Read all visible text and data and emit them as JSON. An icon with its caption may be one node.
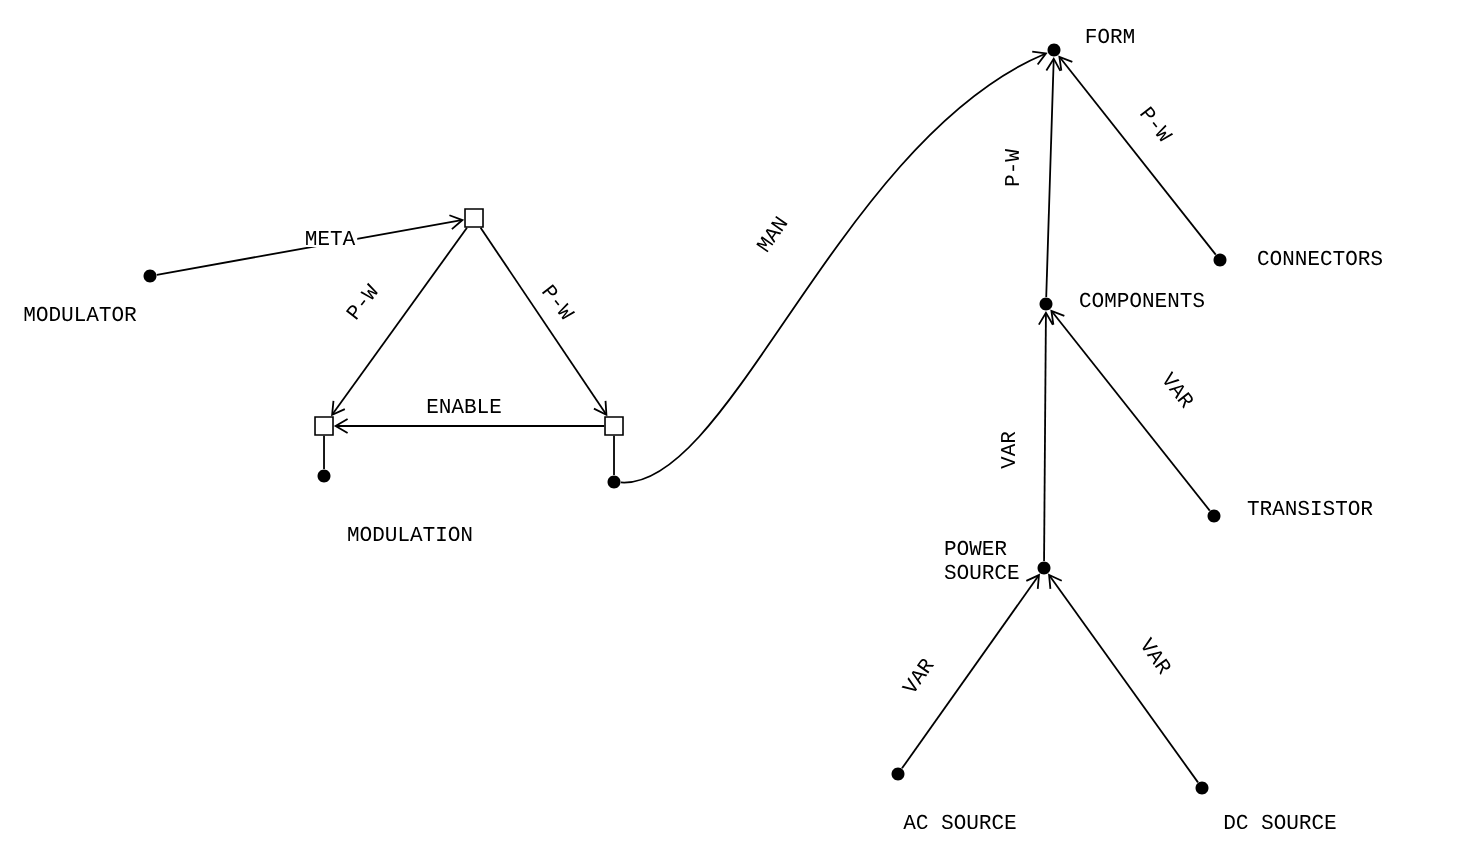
{
  "diagram": {
    "nodes": [
      {
        "text": [
          "MODULATOR"
        ]
      },
      {
        "text": [],
        "shape": "box"
      },
      {
        "text": [],
        "shape": "box"
      },
      {
        "text": [
          "MODULATION"
        ]
      },
      {
        "text": [],
        "shape": "box"
      },
      {
        "text": [],
        "shape": "circle"
      },
      {
        "text": [
          "FORM"
        ]
      },
      {
        "text": [
          "CONNECTORS"
        ]
      },
      {
        "text": [
          "COMPONENTS"
        ]
      },
      {
        "text": [
          "TRANSISTOR"
        ]
      },
      {
        "text": [
          "POWER SOURCE"
        ]
      },
      {
        "text": [
          "AC SOURCE"
        ]
      },
      {
        "text": [
          "DC SOURCE"
        ]
      }
    ],
    "edges": [
      {
        "from": 0,
        "to": 1,
        "arrow": "to",
        "label": "META"
      },
      {
        "from": 1,
        "to": 2,
        "arrow": "to",
        "label": "P-W"
      },
      {
        "from": 1,
        "to": 4,
        "arrow": "to",
        "label": "P-W"
      },
      {
        "from": 4,
        "to": 2,
        "arrow": "to",
        "label": "ENABLE"
      },
      {
        "from": 2,
        "to": 3,
        "arrow": "none"
      },
      {
        "from": 4,
        "to": 5,
        "arrow": "none"
      },
      {
        "from": 5,
        "to": 6,
        "arrow": "to",
        "label": "MAN"
      },
      {
        "from": 8,
        "to": 6,
        "arrow": "to",
        "label": "P-W"
      },
      {
        "from": 7,
        "to": 6,
        "arrow": "to",
        "label": "P-W"
      },
      {
        "from": 9,
        "to": 8,
        "arrow": "to",
        "label": "VAR"
      },
      {
        "from": 10,
        "to": 8,
        "arrow": "to",
        "label": "VAR"
      },
      {
        "from": 11,
        "to": 10,
        "arrow": "to",
        "label": "VAR"
      },
      {
        "from": 12,
        "to": 10,
        "arrow": "to",
        "label": "VAR"
      }
    ]
  }
}
